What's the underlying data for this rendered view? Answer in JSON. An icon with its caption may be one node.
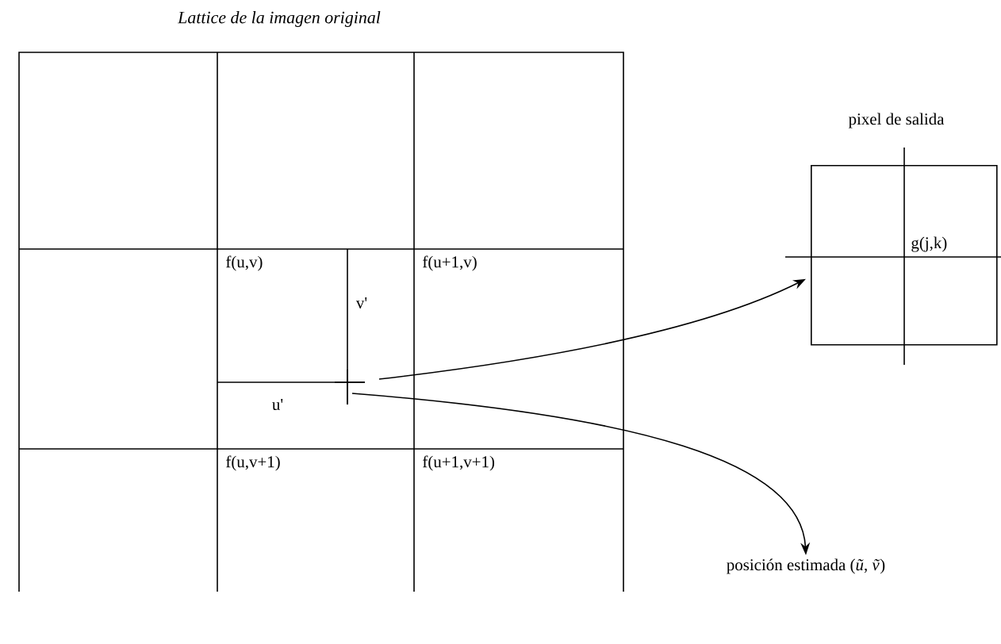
{
  "diagram": {
    "title": "Lattice de la imagen original",
    "nodes": [
      {
        "text": [
          "f(u,v)"
        ]
      },
      {
        "text": [
          "f(u+1,v)"
        ]
      },
      {
        "text": [],
        "shape": "cross"
      },
      {
        "text": [
          "f(u,v+1)"
        ]
      },
      {
        "text": [
          "f(u+1,v+1)"
        ]
      },
      {
        "text": [
          "pixel de salida",
          "g(j,k)"
        ]
      },
      {
        "text": [
          "posición estimada (*ũ*, *ṽ*)"
        ]
      }
    ],
    "edges": [
      {
        "from": 2,
        "to": 5,
        "arrow": "to"
      },
      {
        "from": 2,
        "to": 6,
        "arrow": "to"
      }
    ],
    "labels": [
      "v'",
      "u'"
    ]
  }
}
